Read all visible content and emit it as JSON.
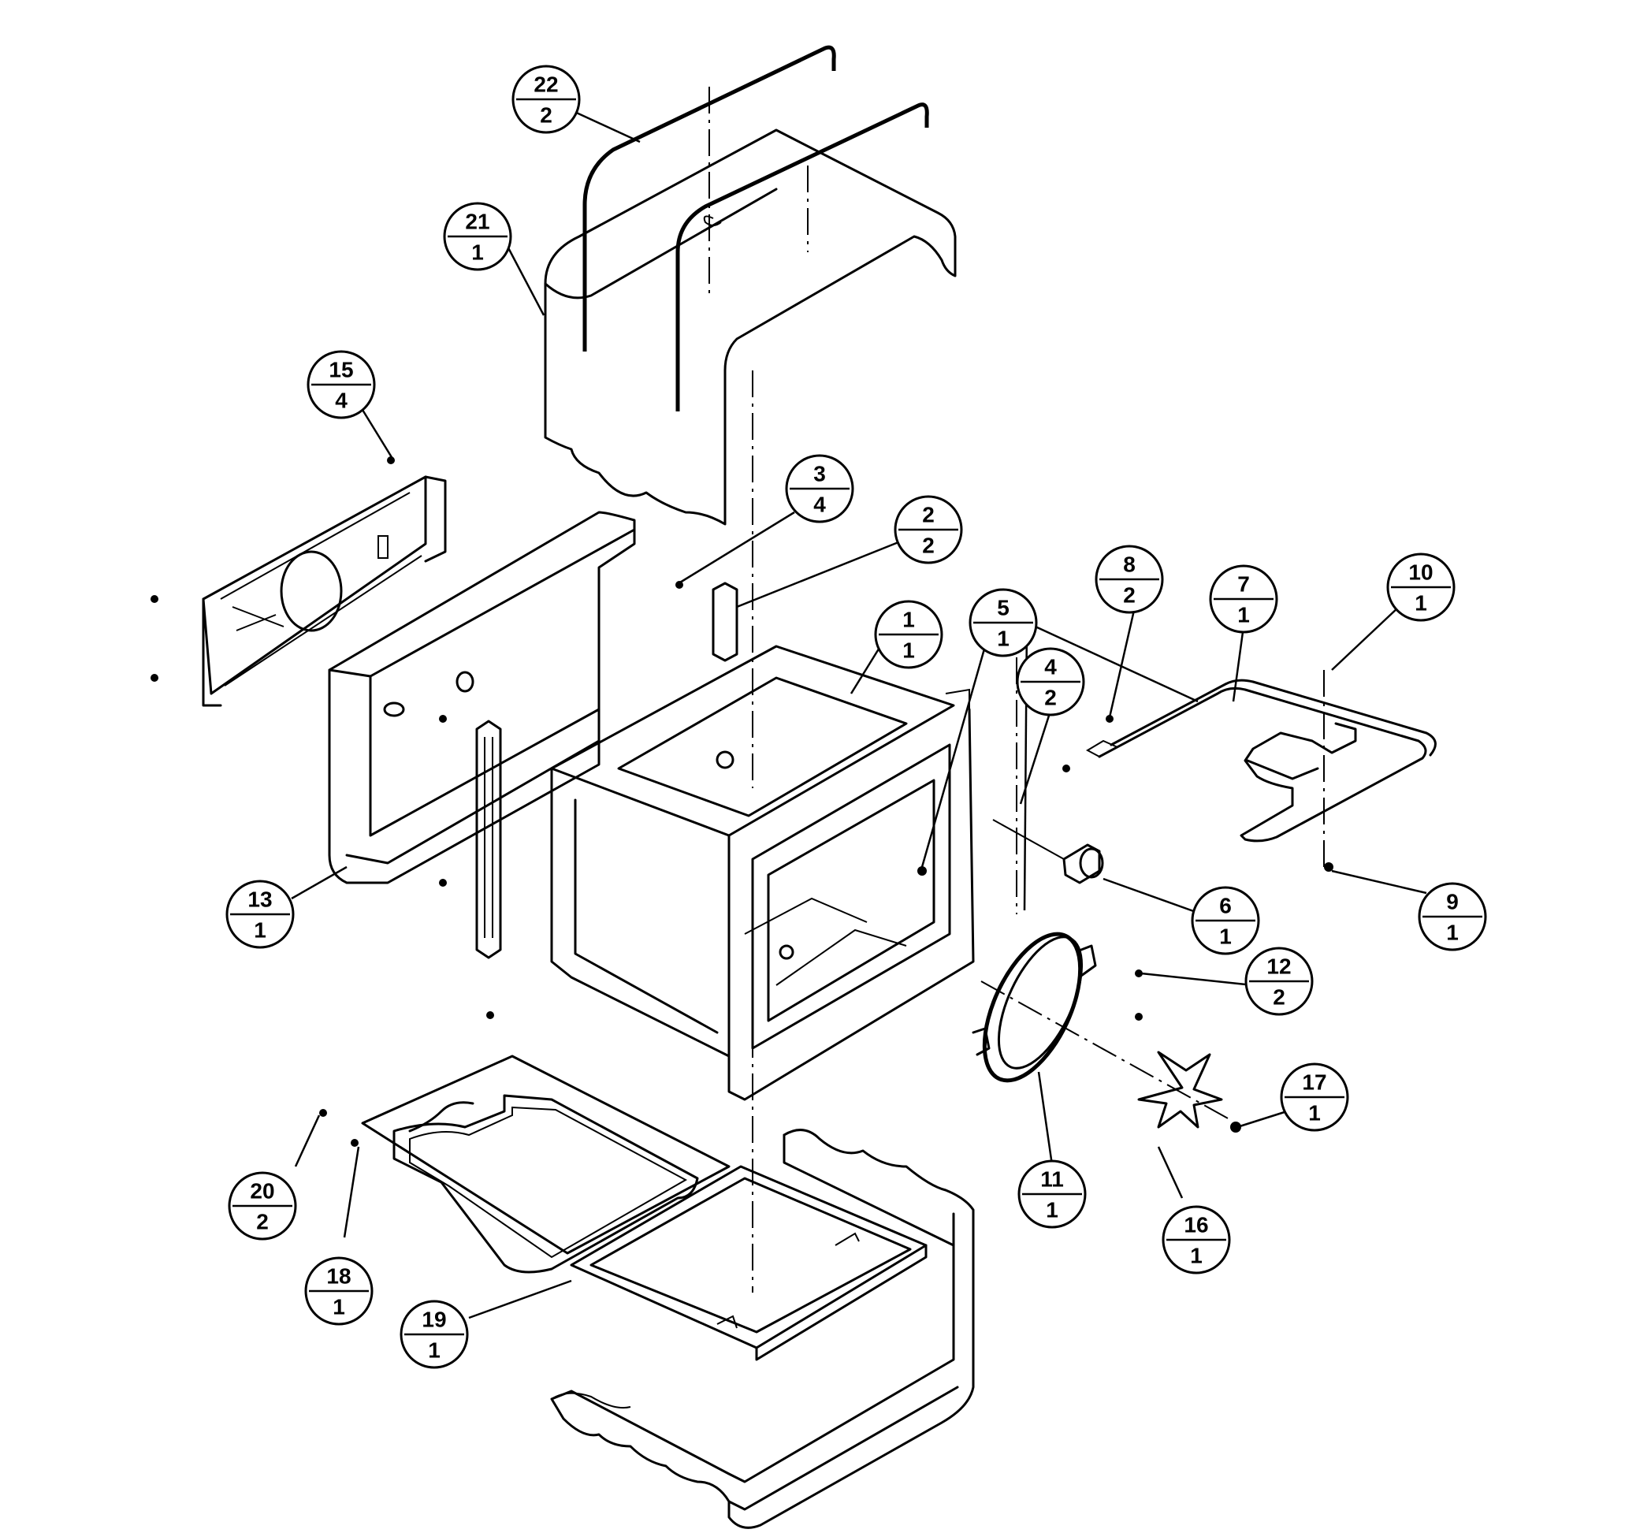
{
  "callouts": [
    {
      "id": "22",
      "qty": "2"
    },
    {
      "id": "21",
      "qty": "1"
    },
    {
      "id": "15",
      "qty": "4"
    },
    {
      "id": "3",
      "qty": "4"
    },
    {
      "id": "2",
      "qty": "2"
    },
    {
      "id": "1",
      "qty": "1"
    },
    {
      "id": "5",
      "qty": "1"
    },
    {
      "id": "8",
      "qty": "2"
    },
    {
      "id": "7",
      "qty": "1"
    },
    {
      "id": "10",
      "qty": "1"
    },
    {
      "id": "4",
      "qty": "2"
    },
    {
      "id": "13",
      "qty": "1"
    },
    {
      "id": "6",
      "qty": "1"
    },
    {
      "id": "9",
      "qty": "1"
    },
    {
      "id": "12",
      "qty": "2"
    },
    {
      "id": "17",
      "qty": "1"
    },
    {
      "id": "11",
      "qty": "1"
    },
    {
      "id": "16",
      "qty": "1"
    },
    {
      "id": "20",
      "qty": "2"
    },
    {
      "id": "18",
      "qty": "1"
    },
    {
      "id": "19",
      "qty": "1"
    }
  ]
}
